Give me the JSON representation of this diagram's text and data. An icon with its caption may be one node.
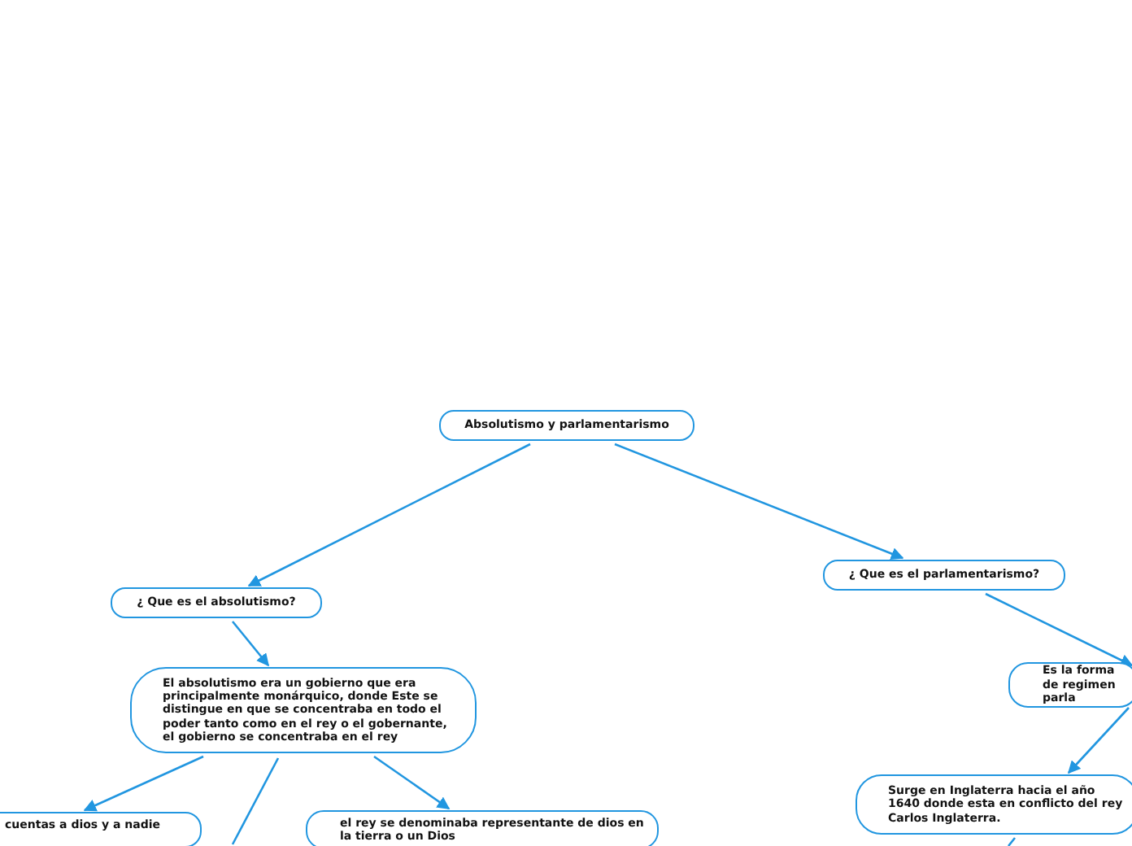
{
  "diagram": {
    "nodes": [
      {
        "text": [
          "Absolutismo y parlamentarismo"
        ]
      },
      {
        "text": [
          "¿ Que es el absolutismo?"
        ]
      },
      {
        "text": [
          "El absolutismo era un gobierno que era principalmente monárquico, donde Este se distingue en que se concentraba en todo el poder tanto como en el rey o el gobernante, el gobierno se concentraba en el rey"
        ]
      },
      {
        "text": [
          "cuentas a dios y a nadie"
        ]
      },
      {
        "text": [
          "el rey se denominaba representante de dios en la tierra o un Dios"
        ]
      },
      {
        "text": [
          "¿ Que es el parlamentarismo?"
        ]
      },
      {
        "text": [
          "Es la forma de regimen parla"
        ]
      },
      {
        "text": [
          "Surge en Inglaterra hacia el año 1640 donde esta en conflicto del rey Carlos Inglaterra."
        ]
      }
    ],
    "edges": [
      {
        "from": 0,
        "to": 1,
        "arrow": "to"
      },
      {
        "from": 0,
        "to": 5,
        "arrow": "to"
      },
      {
        "from": 1,
        "to": 2,
        "arrow": "to"
      },
      {
        "from": 2,
        "to": 3,
        "arrow": "to"
      },
      {
        "from": 2,
        "to": null,
        "arrow": "none"
      },
      {
        "from": 2,
        "to": 4,
        "arrow": "to"
      },
      {
        "from": 5,
        "to": 6,
        "arrow": "to"
      },
      {
        "from": 6,
        "to": 7,
        "arrow": "to"
      },
      {
        "from": 7,
        "to": null,
        "arrow": "none"
      }
    ]
  }
}
